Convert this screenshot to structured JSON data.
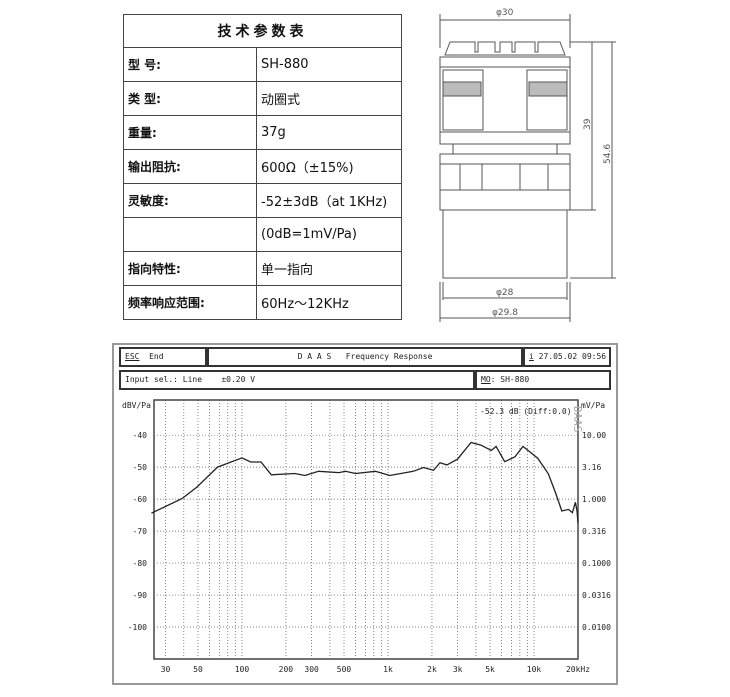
{
  "spec_table": {
    "title": "技术参数表",
    "rows": [
      {
        "label": "型  号:",
        "value": "SH-880"
      },
      {
        "label": "类  型:",
        "value": "动圈式"
      },
      {
        "label": "重量:",
        "value": "37g"
      },
      {
        "label": "输出阻抗:",
        "value": "600Ω（±15%)"
      },
      {
        "label": "灵敏度:",
        "value": "-52±3dB（at 1KHz)"
      },
      {
        "label": "",
        "value": "(0dB=1mV/Pa)"
      },
      {
        "label": "指向特性:",
        "value": "单一指向"
      },
      {
        "label": "频率响应范围:",
        "value": "60Hz～12KHz"
      }
    ]
  },
  "drawing": {
    "dim_top": "φ30",
    "dim_height_body": "39",
    "dim_height_total": "54.6",
    "dim_bottom_inner": "φ28",
    "dim_bottom_outer": "φ29.8"
  },
  "daas": {
    "esc_key": "ESC",
    "esc_label": "End",
    "title": "D A A S   Frequency Response",
    "info_icon": "i",
    "datetime": "27.05.02 09:56",
    "input_sel": "Input sel.: Line    ±0.20 V",
    "model_key": "MO",
    "model": ": SH-880",
    "readout": "-52.3 dB (Diff:0.0)",
    "watermark": "DAAS"
  },
  "chart_data": {
    "type": "line",
    "xlabel": "",
    "ylabel": "dBV/Pa",
    "y2label": "mV/Pa",
    "xscale": "log",
    "xlim": [
      25,
      20000
    ],
    "ylim": [
      -110,
      -29
    ],
    "grid": true,
    "x_ticks": [
      {
        "v": 30,
        "l": "30"
      },
      {
        "v": 50,
        "l": "50"
      },
      {
        "v": 100,
        "l": "100"
      },
      {
        "v": 200,
        "l": "200"
      },
      {
        "v": 300,
        "l": "300"
      },
      {
        "v": 500,
        "l": "500"
      },
      {
        "v": 1000,
        "l": "1k"
      },
      {
        "v": 2000,
        "l": "2k"
      },
      {
        "v": 3000,
        "l": "3k"
      },
      {
        "v": 5000,
        "l": "5k"
      },
      {
        "v": 10000,
        "l": "10k"
      },
      {
        "v": 20000,
        "l": "20kHz"
      }
    ],
    "y_ticks": [
      -40,
      -50,
      -60,
      -70,
      -80,
      -90,
      -100
    ],
    "y2_ticks": [
      "10.00",
      "3.16",
      "1.000",
      "0.316",
      "0.1000",
      "0.0316",
      "0.0100"
    ],
    "series": [
      {
        "x": [
          24,
          39,
          49,
          68,
          100,
          115,
          135,
          159,
          230,
          270,
          335,
          463,
          510,
          600,
          820,
          1030,
          1490,
          1750,
          2050,
          2270,
          2530,
          2990,
          3700,
          4330,
          5100,
          5500,
          6300,
          7400,
          8400,
          10600,
          12500,
          14000,
          15500,
          17200,
          18300,
          19200,
          19700,
          20000
        ],
        "y": [
          -64.4,
          -59.8,
          -56.3,
          -50,
          -47.1,
          -48.4,
          -48.4,
          -52.4,
          -52,
          -52.6,
          -51.3,
          -51.7,
          -51.3,
          -52,
          -51.3,
          -52.6,
          -51.3,
          -50.1,
          -51,
          -48.6,
          -49.3,
          -47.5,
          -42.3,
          -43.1,
          -44.8,
          -43.5,
          -48.3,
          -46.8,
          -43.5,
          -47.2,
          -52,
          -57.9,
          -63.7,
          -63.2,
          -64.2,
          -61,
          -63.7,
          -67.5
        ],
        "color": "#222222"
      }
    ]
  }
}
